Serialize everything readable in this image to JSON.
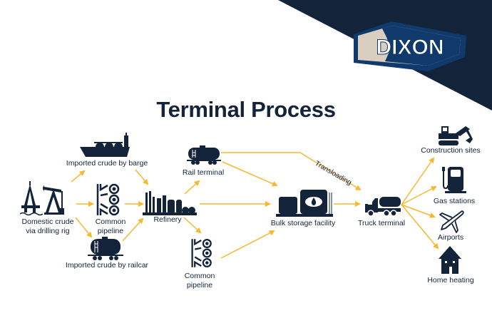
{
  "brand": {
    "logo_text": "DIXON",
    "navy": "#13233a",
    "logo_blue": "#0f3a6b",
    "logo_beige": "#d9cfc0",
    "arrow_color": "#f5b82e"
  },
  "title": "Terminal Process",
  "nodes": {
    "domestic": {
      "line1": "Domestic crude",
      "line2": "via drilling rig"
    },
    "barge": {
      "label": "Imported crude by barge"
    },
    "pipeline1": {
      "line1": "Common",
      "line2": "pipeline"
    },
    "railcar": {
      "label": "Imported crude by railcar"
    },
    "refinery": {
      "label": "Refinery"
    },
    "rail_terminal": {
      "label": "Rail terminal"
    },
    "pipeline2": {
      "line1": "Common",
      "line2": "pipeline"
    },
    "bulk": {
      "label": "Bulk storage facility"
    },
    "truck": {
      "label": "Truck terminal"
    },
    "construction": {
      "label": "Construction sites"
    },
    "gas": {
      "label": "Gas stations"
    },
    "airports": {
      "label": "Airports"
    },
    "home": {
      "label": "Home heating"
    }
  },
  "transloading_label": "Transloading"
}
